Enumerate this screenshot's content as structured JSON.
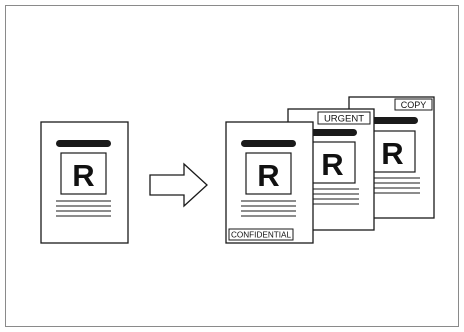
{
  "original_document": {
    "letter": "R"
  },
  "output_documents": {
    "letter": "R",
    "stamps": {
      "back": "COPY",
      "middle": "URGENT",
      "front": "CONFIDENTIAL"
    }
  },
  "colors": {
    "ink": "#1a1a1a",
    "frame": "#8a8a8a",
    "paper": "#ffffff"
  },
  "icons": {
    "arrow": "right-arrow-icon"
  }
}
